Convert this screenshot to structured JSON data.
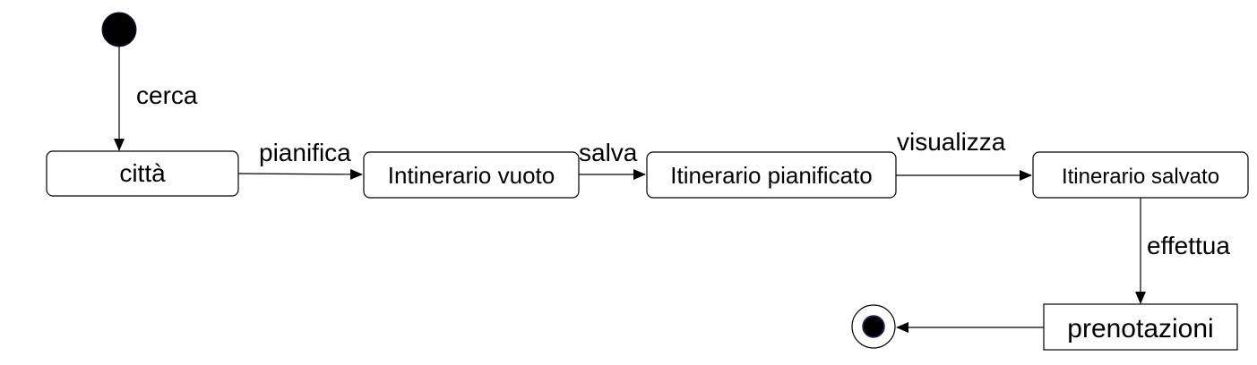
{
  "states": {
    "citta": "città",
    "intinerario_vuoto": "Intinerario vuoto",
    "itinerario_pianificato": "Itinerario pianificato",
    "itinerario_salvato": "Itinerario salvato",
    "prenotazioni": "prenotazioni"
  },
  "transitions": {
    "cerca": "cerca",
    "pianifica": "pianifica",
    "salva": "salva",
    "visualizza": "visualizza",
    "effettua": "effettua"
  }
}
